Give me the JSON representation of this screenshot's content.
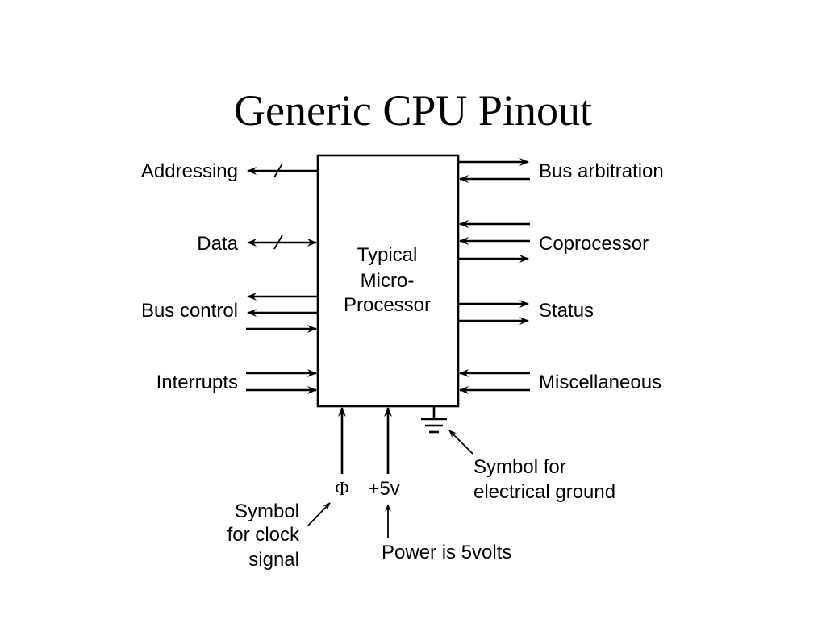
{
  "title": "Generic CPU Pinout",
  "chip": {
    "lines": [
      "Typical",
      "Micro-",
      "Processor"
    ]
  },
  "left_groups": [
    {
      "label": "Addressing"
    },
    {
      "label": "Data"
    },
    {
      "label": "Bus control"
    },
    {
      "label": "Interrupts"
    }
  ],
  "right_groups": [
    {
      "label": "Bus arbitration"
    },
    {
      "label": "Coprocessor"
    },
    {
      "label": "Status"
    },
    {
      "label": "Miscellaneous"
    }
  ],
  "bottom": {
    "clock_symbol": "Φ",
    "power_label": "+5v",
    "clock_note": [
      "Symbol",
      "for clock",
      "signal"
    ],
    "power_note": "Power is 5volts",
    "ground_note": [
      "Symbol for",
      "electrical ground"
    ]
  }
}
